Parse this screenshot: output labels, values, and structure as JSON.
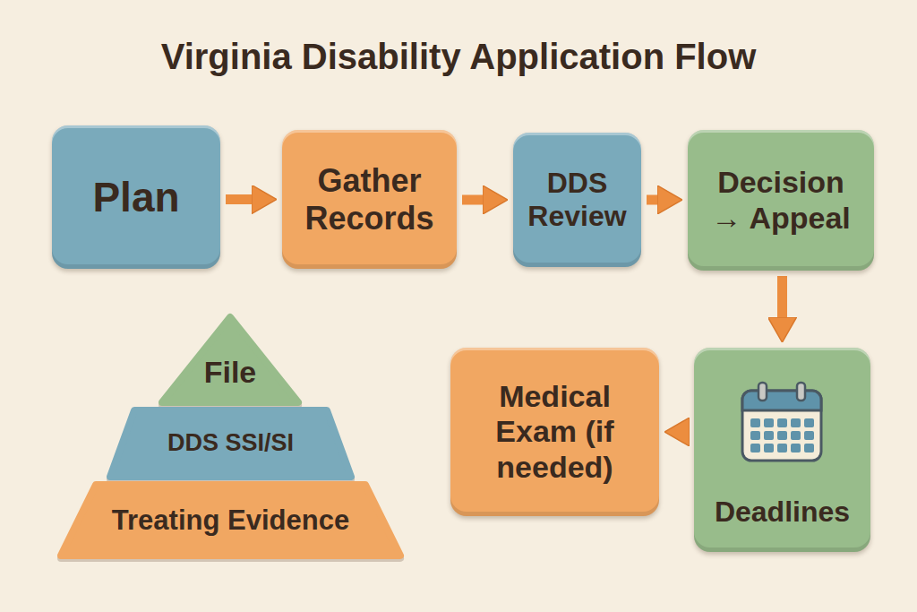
{
  "diagram": {
    "title": "Virginia Disability Application Flow",
    "nodes": [
      {
        "text": [
          "Plan"
        ]
      },
      {
        "text": [
          "Gather Records"
        ]
      },
      {
        "text": [
          "DDS Review"
        ]
      },
      {
        "text": [
          "Decision → Appeal"
        ]
      },
      {
        "text": [
          "Deadlines"
        ]
      },
      {
        "text": [
          "Medical Exam (if needed)"
        ]
      },
      {
        "text": [
          "File"
        ]
      },
      {
        "text": [
          "DDS SSI/SI"
        ]
      },
      {
        "text": [
          "Treating Evidence"
        ]
      }
    ],
    "edges": [
      {
        "from": 0,
        "to": 1,
        "arrow": "to"
      },
      {
        "from": 1,
        "to": 2,
        "arrow": "to"
      },
      {
        "from": 2,
        "to": 3,
        "arrow": "to"
      },
      {
        "from": 3,
        "to": 4,
        "arrow": "to"
      },
      {
        "from": 4,
        "to": 5,
        "arrow": "to"
      }
    ]
  }
}
